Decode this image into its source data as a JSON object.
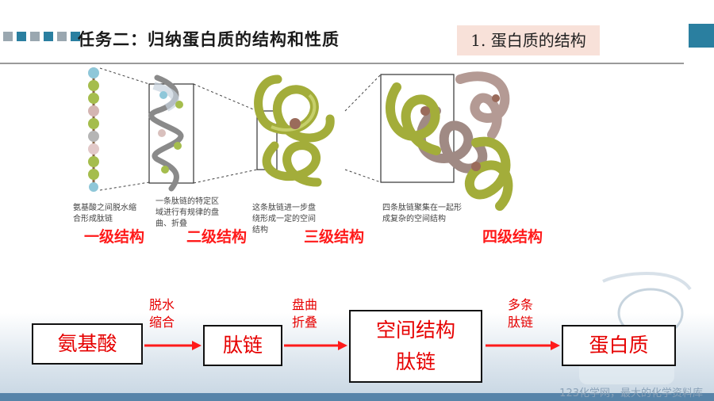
{
  "header": {
    "title": "任务二：归纳蛋白质的结构和性质",
    "section": "1. 蛋白质的结构",
    "square_colors": [
      "#9aa7b0",
      "#2a7fa0",
      "#9aa7b0",
      "#2a7fa0",
      "#9aa7b0",
      "#2a7fa0"
    ],
    "accent": "#2a7fa0"
  },
  "figure": {
    "descriptions": [
      "氨基酸之间脱水缩\n合形成肽链",
      "一条肽链的特定区\n域进行有规律的盘\n曲、折叠",
      "这条肽链进一步盘\n绕形成一定的空间\n结构",
      "四条肽链聚集在一起形\n成复杂的空间结构"
    ],
    "levels": [
      "一级结构",
      "二级结构",
      "三级结构",
      "四级结构"
    ]
  },
  "flow": {
    "box1": "氨基酸",
    "cond1": "脱水\n缩合",
    "box2": "肽链",
    "cond2": "盘曲\n折叠",
    "box3_line1": "空间结构",
    "box3_line2": "肽链",
    "cond3": "多条\n肽链",
    "box4": "蛋白质",
    "text_color": "#e60000"
  },
  "watermark": "123化学网，最大的化学资料库"
}
